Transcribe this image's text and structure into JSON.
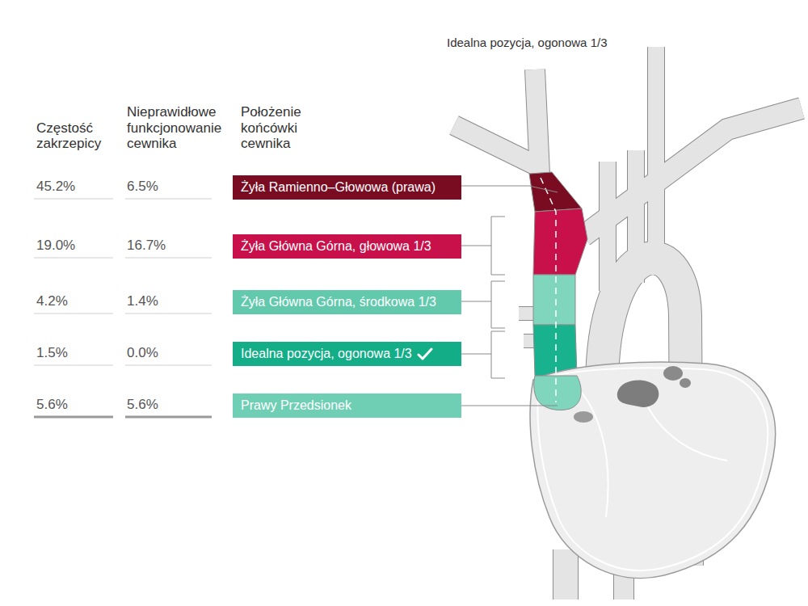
{
  "diagram": {
    "nodes": [
      {
        "text": [
          "Żyła Ramienno–Głowowa (prawa)"
        ]
      },
      {
        "text": [
          "Żyła Główna Górna, głowowa 1/3"
        ]
      },
      {
        "text": [
          "Żyła Główna Górna, środkowa 1/3"
        ]
      },
      {
        "text": [
          "Idealna pozycja, ogonowa 1/3"
        ]
      },
      {
        "text": [
          "Prawy Przedsionek"
        ]
      }
    ],
    "labels": [
      "Idealna pozycja, ogonowa 1/3",
      "Częstość zakrzepicy",
      "Nieprawidłowe funkcjonowanie cewnika",
      "Położenie końcówki cewnika",
      "45.2%",
      "6.5%",
      "19.0%",
      "16.7%",
      "4.2%",
      "1.4%",
      "1.5%",
      "0.0%",
      "5.6%",
      "5.6%"
    ]
  }
}
